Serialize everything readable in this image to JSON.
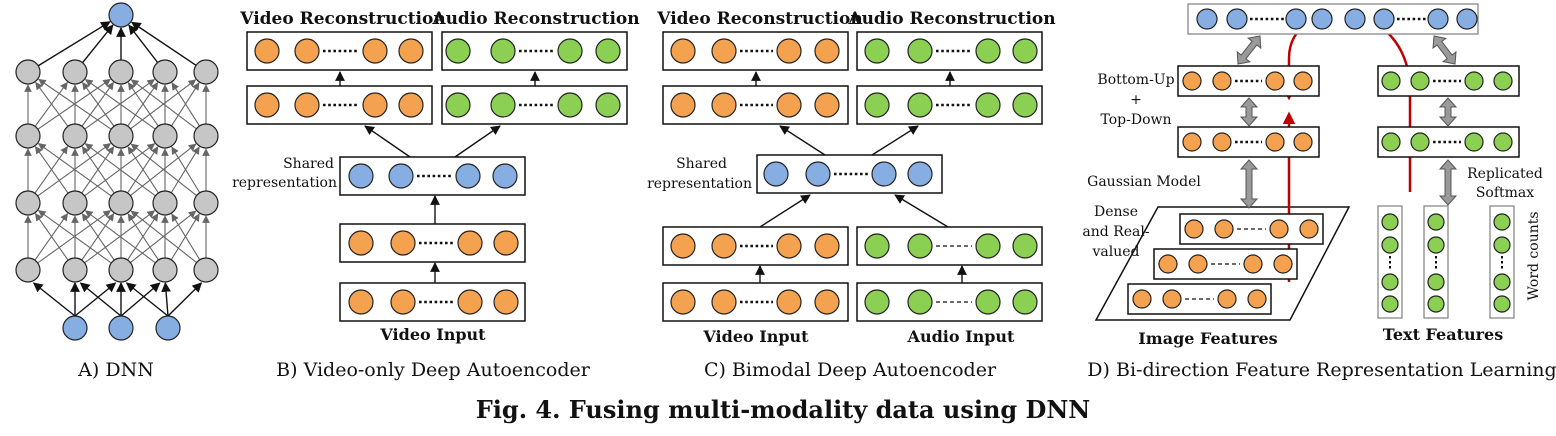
{
  "colors": {
    "orange": "#f4a24f",
    "green": "#8bcf53",
    "blue": "#86aee3",
    "gray": "#c6c6c6",
    "red_arrow": "#c00000"
  },
  "panel_a": {
    "caption": "A) DNN"
  },
  "panel_b": {
    "video_reconstruction": "Video Reconstruction",
    "audio_reconstruction": "Audio Reconstruction",
    "shared_line1": "Shared",
    "shared_line2": "representation",
    "video_input": "Video Input",
    "caption": "B) Video-only Deep Autoencoder"
  },
  "panel_c": {
    "video_reconstruction": "Video Reconstruction",
    "audio_reconstruction": "Audio Reconstruction",
    "shared_line1": "Shared",
    "shared_line2": "representation",
    "video_input": "Video Input",
    "audio_input": "Audio Input",
    "caption": "C) Bimodal Deep Autoencoder"
  },
  "panel_d": {
    "bottom_up": "Bottom-Up",
    "plus": "+",
    "top_down": "Top-Down",
    "gaussian_model": "Gaussian Model",
    "dense": "Dense",
    "and_real": "and Real-",
    "valued": "valued",
    "replicated": "Replicated",
    "softmax": "Softmax",
    "word_counts": "Word counts",
    "image_features": "Image Features",
    "text_features": "Text Features",
    "caption": "D) Bi-direction Feature Representation Learning"
  },
  "figure_caption": "Fig. 4. Fusing multi-modality data using DNN"
}
